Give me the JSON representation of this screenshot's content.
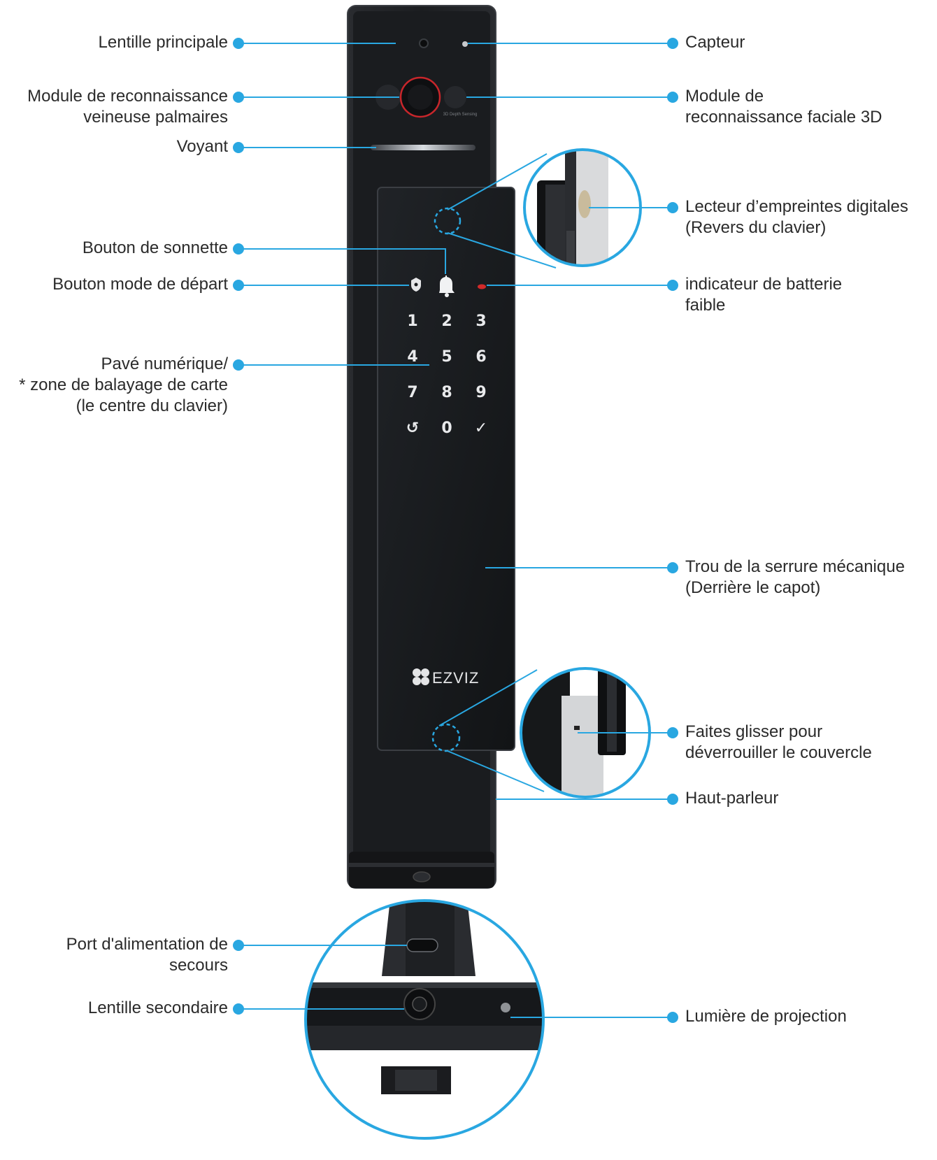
{
  "brand": "EZVIZ",
  "face_module_print": "3D Depth Sensing",
  "keypad": {
    "keys": [
      "1",
      "2",
      "3",
      "4",
      "5",
      "6",
      "7",
      "8",
      "9",
      "↺",
      "0",
      "✓"
    ]
  },
  "labels": {
    "main_lens": "Lentille principale",
    "palm_module": [
      "Module de reconnaissance",
      "veineuse palmaires"
    ],
    "indicator": "Voyant",
    "doorbell": "Bouton de sonnette",
    "away_mode": "Bouton mode de départ",
    "keypad": [
      "Pavé numérique/",
      "* zone de balayage de carte",
      "(le centre du clavier)"
    ],
    "backup_power": [
      "Port d'alimentation de",
      "secours"
    ],
    "secondary_lens": "Lentille secondaire",
    "sensor": "Capteur",
    "face_module": [
      "Module de",
      "reconnaissance faciale 3D"
    ],
    "fingerprint": [
      "Lecteur d’empreintes digitales",
      "(Revers du clavier)"
    ],
    "low_battery": [
      "indicateur de batterie",
      "faible"
    ],
    "key_hole": [
      "Trou de la serrure mécanique",
      "(Derrière le capot)"
    ],
    "slide_unlock": [
      "Faites glisser pour",
      "déverrouiller le couvercle"
    ],
    "speaker": "Haut-parleur",
    "projection_light": "Lumière de projection"
  },
  "colors": {
    "callout": "#29a7e1",
    "device_body": "#1d1f22",
    "panel": "#141618",
    "label_text": "#2b2b2b",
    "ring_red": "#c8262b"
  }
}
